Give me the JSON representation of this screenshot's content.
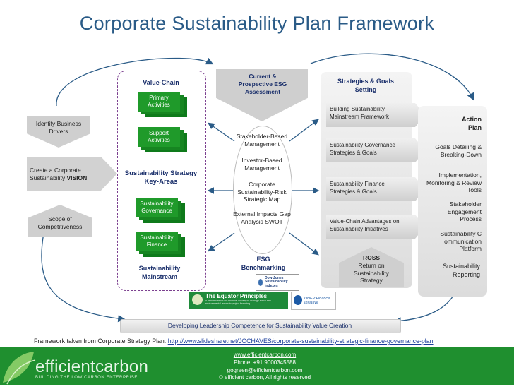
{
  "title": "Corporate Sustainability Plan Framework",
  "left": {
    "identify": "Identify Business Drivers",
    "vision_prefix": "Create a Corporate Sustainability",
    "vision_bold": "VISION",
    "scope": "Scope of Competitiveness"
  },
  "value_chain": {
    "header": "Value-Chain",
    "primary": "Primary Activities",
    "support": "Support Activities",
    "key_areas": "Sustainability Strategy Key-Areas",
    "governance": "Sustainability Governance",
    "finance": "Sustainability Finance",
    "mainstream": "Sustainability Mainstream"
  },
  "center": {
    "assessment": "Current & Prospective ESG Assessment",
    "items": [
      "Stakeholder-Based Management",
      "Investor-Based Management",
      "Corporate Sustainability-Risk Strategic Map",
      "External Impacts Gap Analysis SWOT"
    ],
    "benchmarking": "ESG Benchmarking"
  },
  "strategies": {
    "header": "Strategies & Goals Setting",
    "items": [
      "Building Sustainability Mainstream Framework",
      "Sustainability Governance Strategies & Goals",
      "Sustainability Finance Strategies & Goals",
      "Value-Chain Advantages on Sustainability Initiatives"
    ],
    "ross_title": "ROSS",
    "ross_text": "Return on Sustainability Strategy"
  },
  "action": {
    "header": "Action Plan",
    "items": [
      "Goals Detailing & Breaking-Down",
      "Implementation, Monitoring & Review Tools",
      "Stakeholder Engagement Process",
      "Sustainability Communication Platform"
    ],
    "reporting": "Sustainability Reporting"
  },
  "logos": {
    "dow_jones": "Dow Jones Sustainability Indexes",
    "equator": "The Equator Principles",
    "equator_sub": "A benchmark for the financial industry to manage social and environmental issues in project financing",
    "unep": "UNEP Finance Initiative"
  },
  "leadership": "Developing Leadership Competence for Sustainability Value Creation",
  "source_prefix": "Framework taken from Corporate Strategy Plan: ",
  "source_url": "http://www.slideshare.net/JOCHAVES/corporate-sustainability-strategic-finance-governance-plan",
  "footer": {
    "brand": "efficientcarbon",
    "tagline": "BUILDING THE LOW CARBON ENTERPRISE",
    "website": "www.efficientcarbon.com",
    "phone": "Phone: +91 9000345588",
    "email": "gogreen@efficientcarbon.com",
    "copyright": "© efficient carbon, All rights reserved"
  },
  "colors": {
    "title": "#2a5b87",
    "green_box": "#1f9a2a",
    "footer_green": "#1f8f2f",
    "navy_text": "#1a2f6b",
    "dashed_border": "#7b3f8f"
  }
}
